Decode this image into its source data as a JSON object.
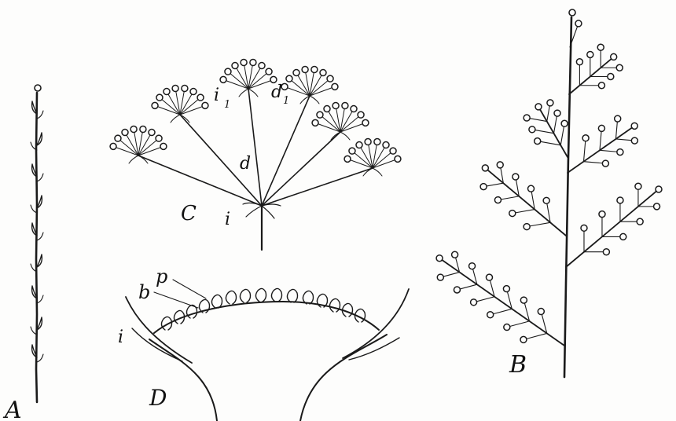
{
  "figure": {
    "labels": {
      "A": "A",
      "B": "B",
      "C": "C",
      "D": "D",
      "c_i": "i",
      "c_i1": "i",
      "c_i1_sub": "1",
      "c_d": "d",
      "c_d1": "d",
      "c_d1_sub": "1",
      "d_p": "p",
      "d_b": "b",
      "d_i": "i"
    }
  }
}
